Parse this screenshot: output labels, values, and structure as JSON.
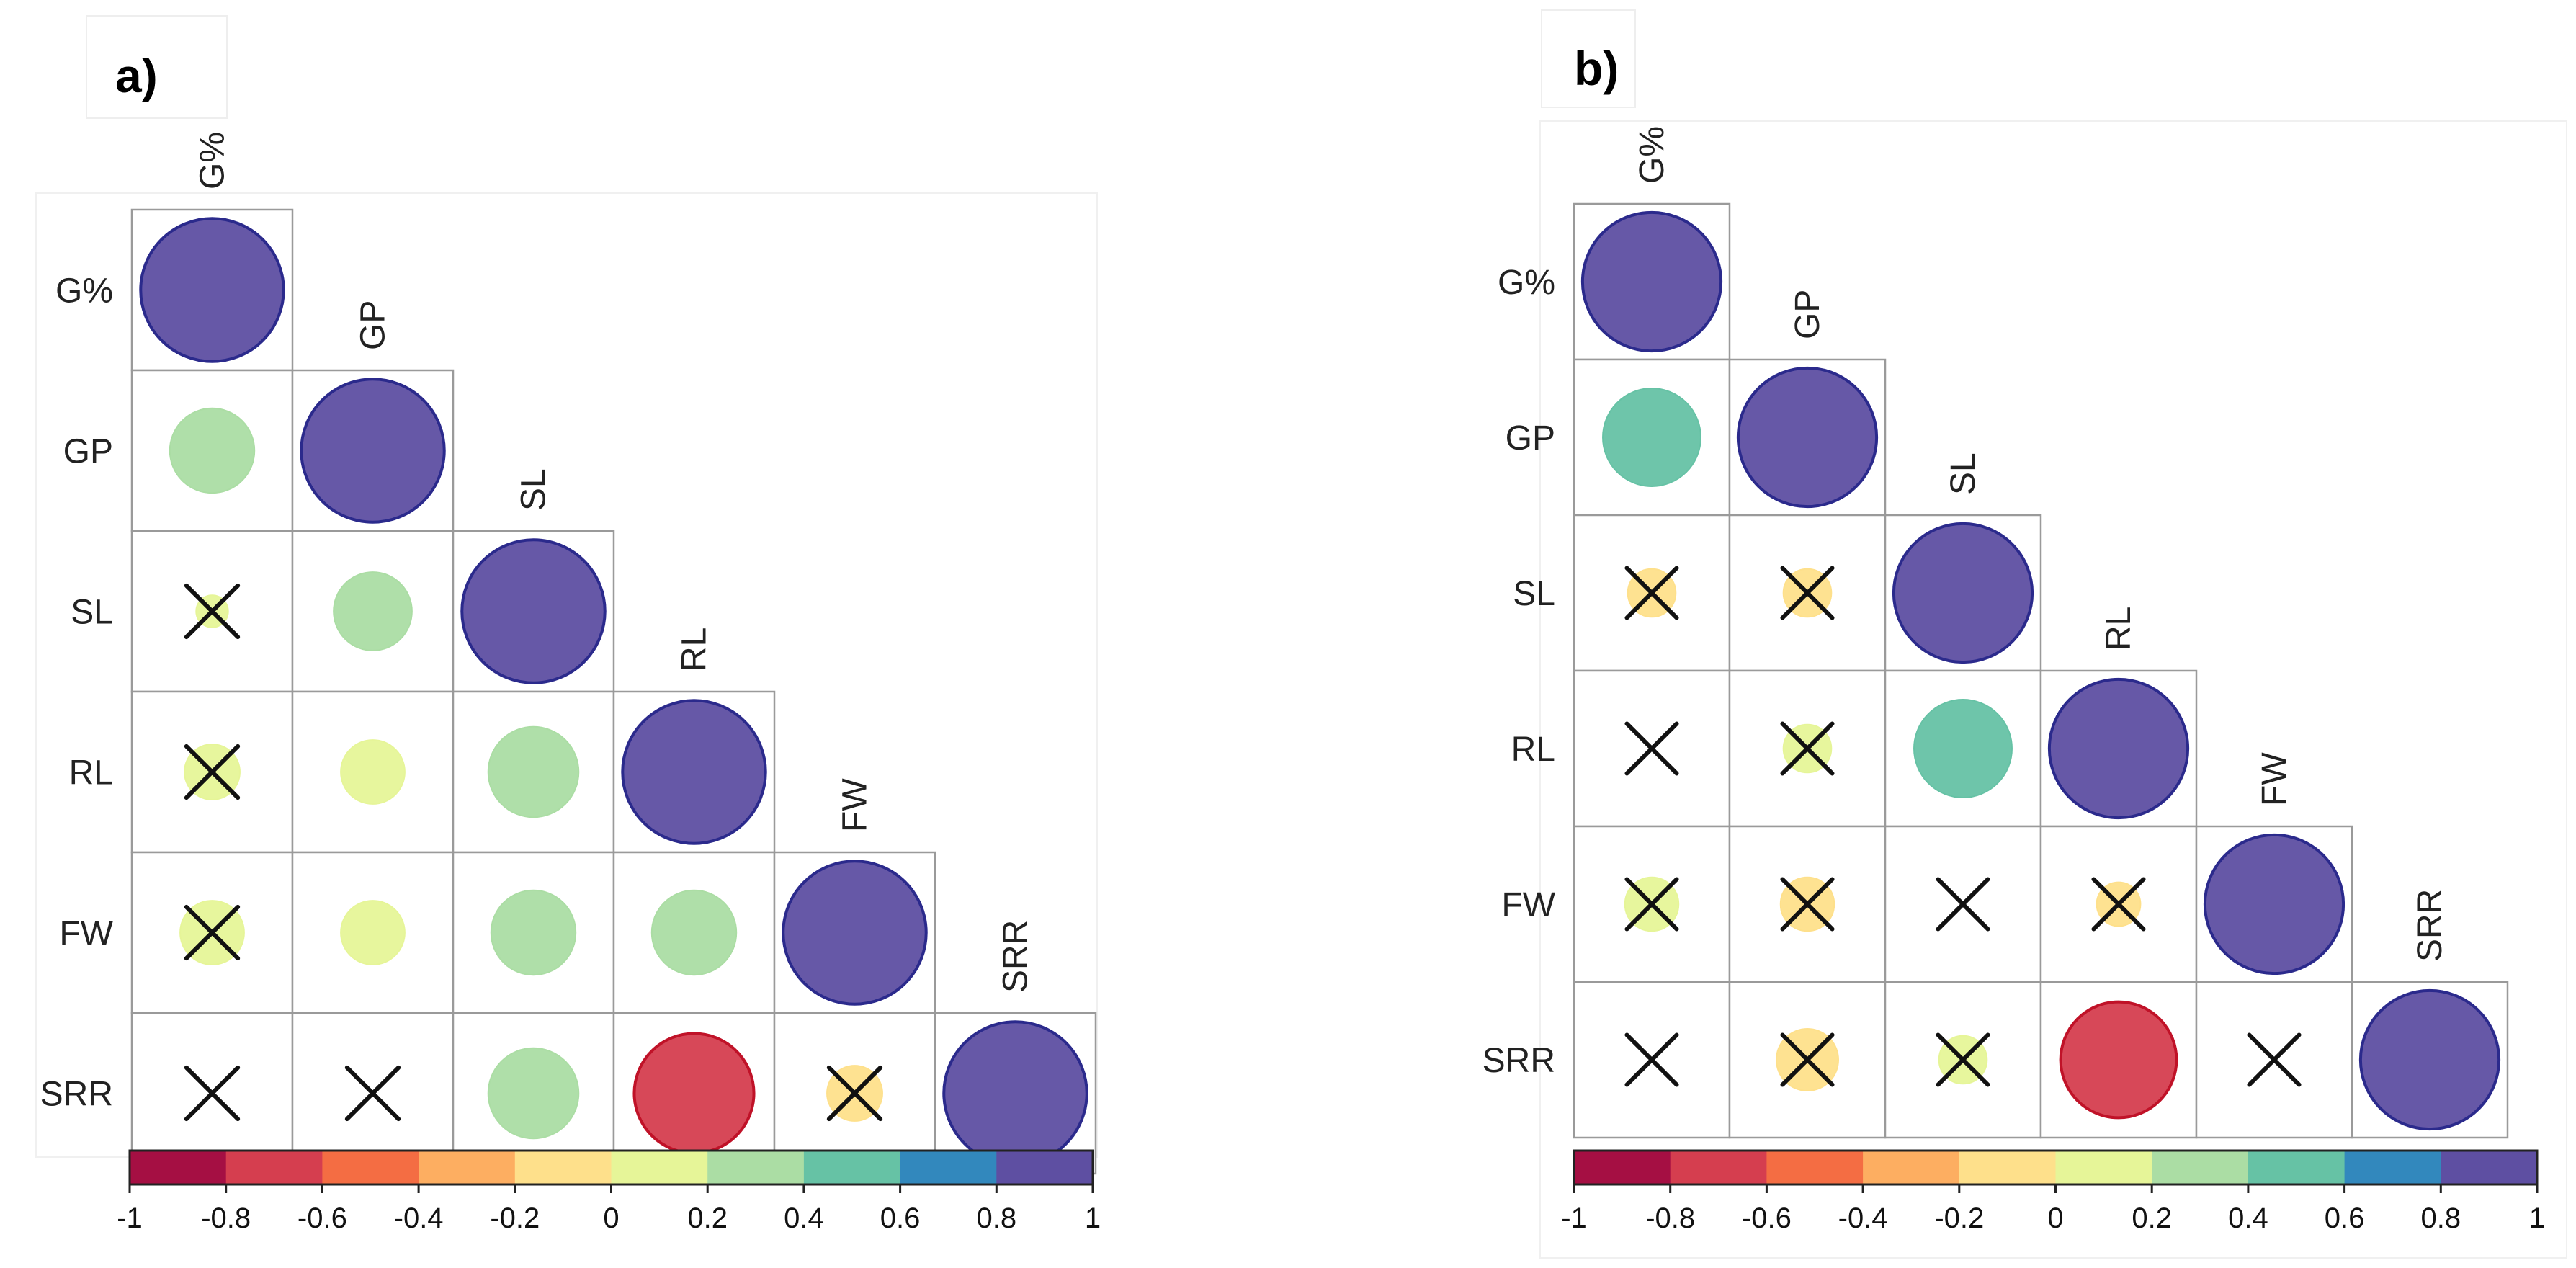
{
  "chart_data": [
    {
      "type": "heatmap",
      "panel_label": "a)",
      "variables": [
        "G%",
        "GP",
        "SL",
        "RL",
        "FW",
        "SRR"
      ],
      "colorbar_ticks": [
        "-1",
        "-0.8",
        "-0.6",
        "-0.4",
        "-0.2",
        "0",
        "0.2",
        "0.4",
        "0.6",
        "0.8",
        "1"
      ],
      "colorbar_range": [
        -1,
        1
      ],
      "correlations": [
        [
          1
        ],
        [
          0.35,
          1
        ],
        [
          0.05,
          0.3,
          1
        ],
        [
          0.15,
          0.2,
          0.4,
          1
        ],
        [
          0.2,
          0.2,
          0.35,
          0.35,
          1
        ],
        [
          0.0,
          0.0,
          0.4,
          -0.7,
          -0.15,
          1
        ]
      ],
      "not_significant": [
        [
          false
        ],
        [
          false,
          false
        ],
        [
          true,
          false,
          false
        ],
        [
          true,
          false,
          false,
          false
        ],
        [
          true,
          false,
          false,
          false,
          false
        ],
        [
          true,
          true,
          false,
          false,
          true,
          false
        ]
      ]
    },
    {
      "type": "heatmap",
      "panel_label": "b)",
      "variables": [
        "G%",
        "GP",
        "SL",
        "RL",
        "FW",
        "SRR"
      ],
      "colorbar_ticks": [
        "-1",
        "-0.8",
        "-0.6",
        "-0.4",
        "-0.2",
        "0",
        "0.2",
        "0.4",
        "0.6",
        "0.8",
        "1"
      ],
      "colorbar_range": [
        -1,
        1
      ],
      "correlations": [
        [
          1
        ],
        [
          0.5,
          1
        ],
        [
          -0.12,
          -0.12,
          1
        ],
        [
          0.0,
          0.12,
          0.5,
          1
        ],
        [
          0.15,
          -0.15,
          0.0,
          -0.1,
          1
        ],
        [
          0.0,
          -0.2,
          0.12,
          -0.7,
          0.0,
          1
        ]
      ],
      "not_significant": [
        [
          false
        ],
        [
          false,
          false
        ],
        [
          true,
          true,
          false
        ],
        [
          true,
          true,
          false,
          false
        ],
        [
          true,
          true,
          true,
          true,
          false
        ],
        [
          true,
          true,
          true,
          false,
          true,
          false
        ]
      ]
    }
  ],
  "colors": {
    "palette": [
      "#a50f43",
      "#d53e4f",
      "#f46d43",
      "#fdae61",
      "#fee08b",
      "#e6f598",
      "#abdda4",
      "#66c2a5",
      "#3288bd",
      "#5e4fa2"
    ],
    "grid": "#9a9a9a",
    "cross": "#111111"
  }
}
